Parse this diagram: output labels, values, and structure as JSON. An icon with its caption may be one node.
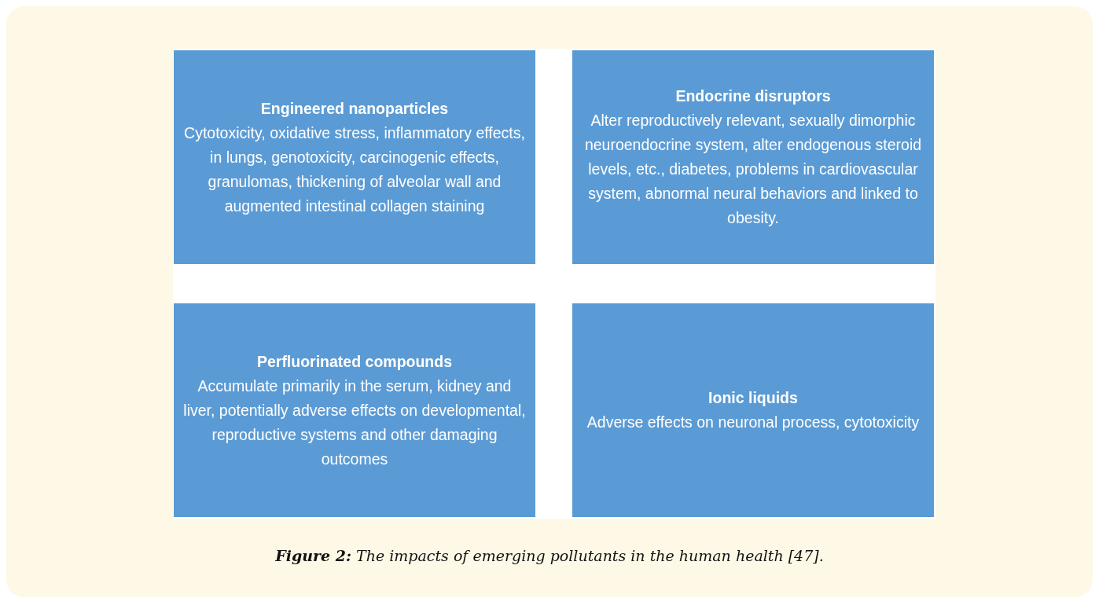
{
  "diagram": {
    "caption": "**Figure 2:** The impacts of emerging pollutants in the human health [47].",
    "nodes": [
      {
        "text": [
          "Engineered nanoparticles",
          "Cytotoxicity, oxidative stress, inflammatory effects, in lungs, genotoxicity, carcinogenic effects, granulomas, thickening of alveolar wall and augmented intestinal collagen staining"
        ]
      },
      {
        "text": [
          "Endocrine disruptors",
          "Alter reproductively relevant, sexually dimorphic neuroendocrine system, alter endogenous steroid levels, etc., diabetes, problems in cardiovascular system, abnormal neural behaviors and linked to obesity."
        ]
      },
      {
        "text": [
          "Perfluorinated compounds",
          "Accumulate primarily in the serum, kidney and liver, potentially adverse effects on developmental, reproductive systems and other damaging outcomes"
        ]
      },
      {
        "text": [
          "Ionic liquids",
          "Adverse effects on neuronal process, cytotoxicity"
        ]
      }
    ]
  }
}
